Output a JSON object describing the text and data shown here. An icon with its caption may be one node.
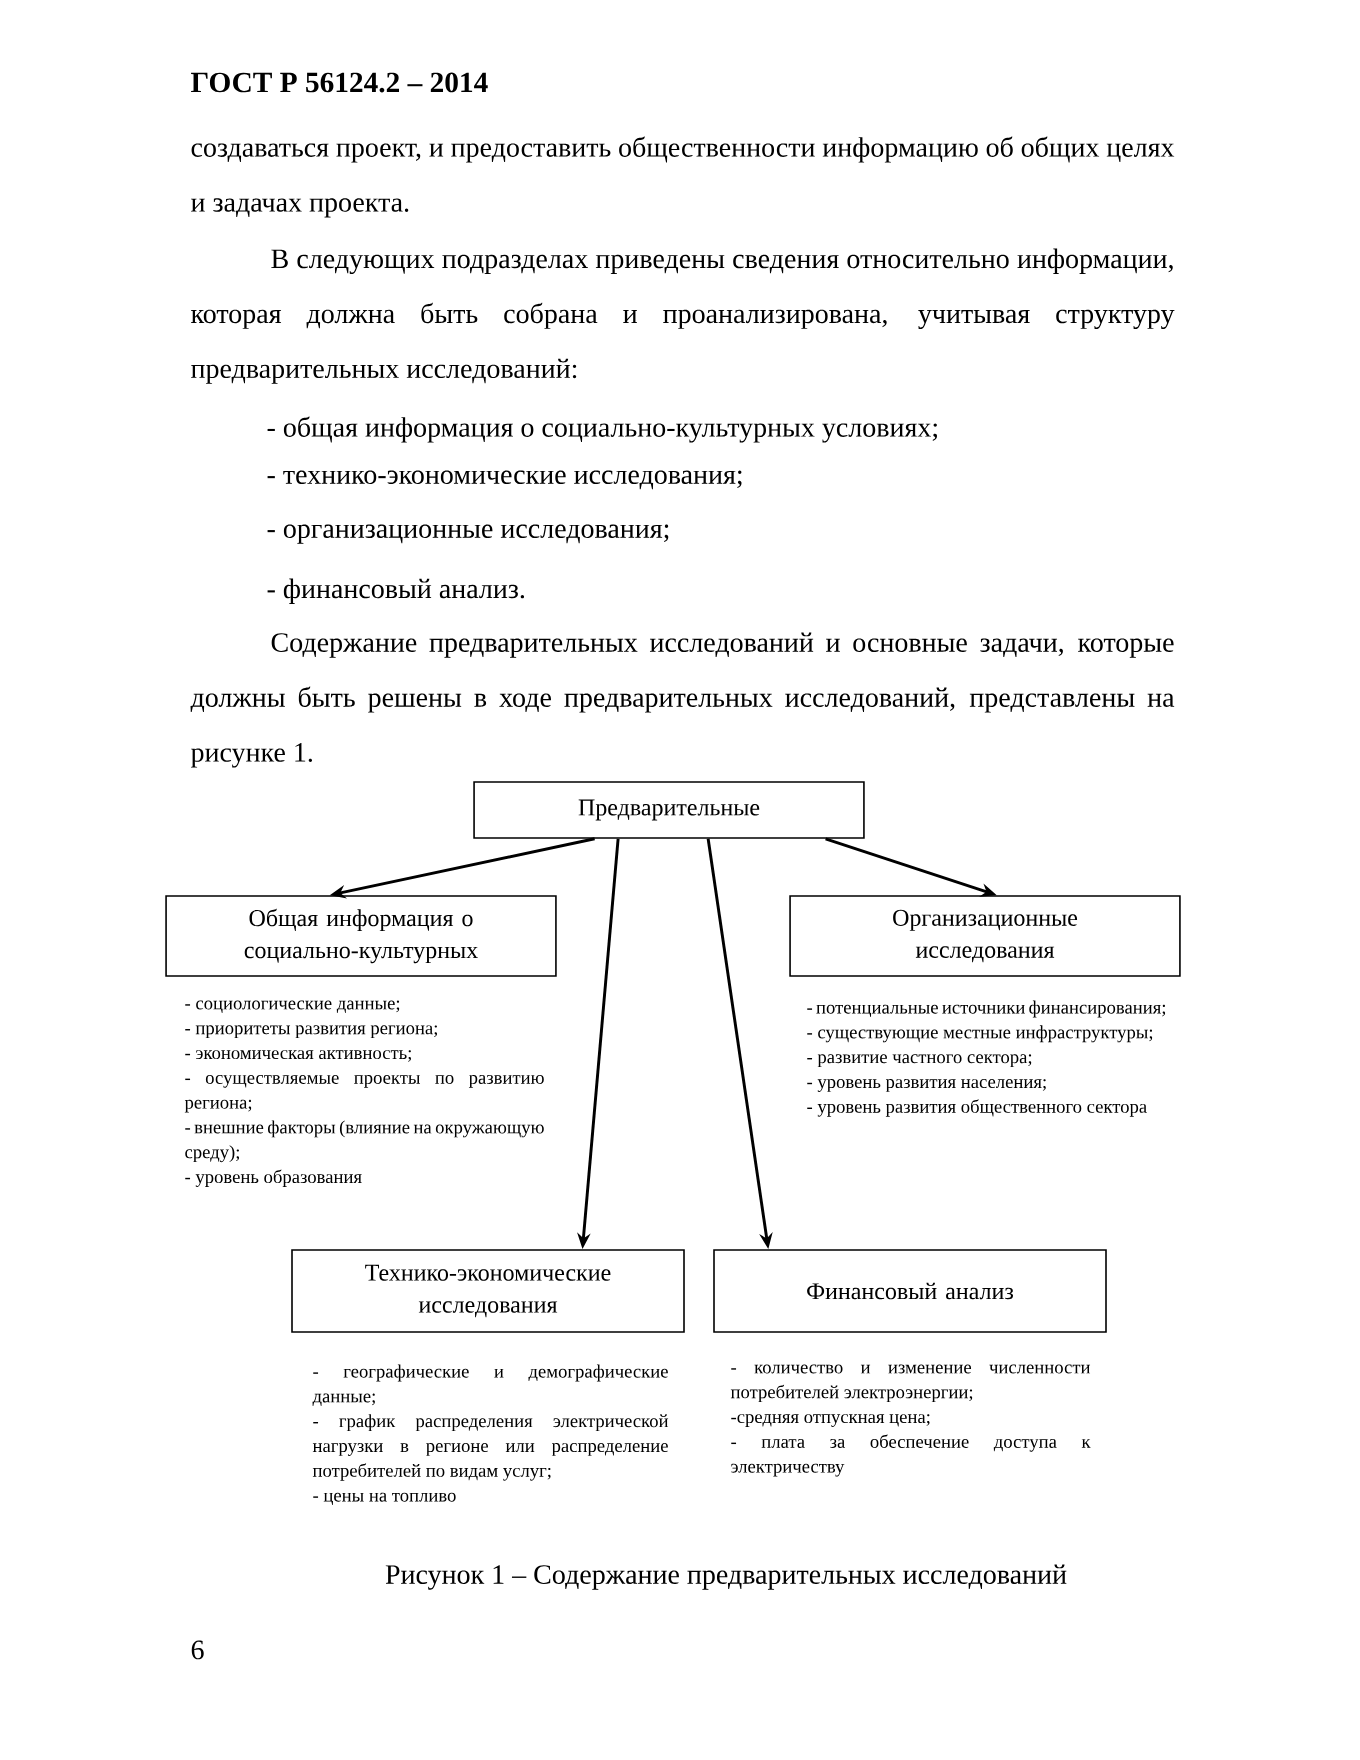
{
  "diagram": {
    "caption": "Рисунок 1 – Содержание предварительных исследований",
    "nodes": [
      {
        "text": [
          "Предварительные"
        ]
      },
      {
        "text": [
          "Общая информация о социально-культурных"
        ],
        "beside": [
          "- социологические данные;",
          "- приоритеты развития региона;",
          "- экономическая активность;",
          "- осуществляемые проекты по развитию региона;",
          "- внешние факторы (влияние на окружающую среду);",
          "- уровень образования"
        ]
      },
      {
        "text": [
          "Организационные исследования"
        ],
        "beside": [
          "- потенциальные источники финансирования;",
          "- существующие местные инфраструктуры;",
          "- развитие частного сектора;",
          "- уровень развития населения;",
          "- уровень развития общественного сектора"
        ]
      },
      {
        "text": [
          "Технико-экономические исследования"
        ],
        "beside": [
          "- географические и демографические данные;",
          "- график распределения электрической нагрузки в регионе или распределение потребителей по видам услуг;",
          "- цены на топливо"
        ]
      },
      {
        "text": [
          "Финансовый анализ"
        ],
        "beside": [
          "- количество и изменение численности потребителей электроэнергии;",
          "-средняя отпускная цена;",
          "- плата за обеспечение доступа к электричеству"
        ]
      }
    ],
    "edges": [
      {
        "from": 0,
        "to": 1,
        "arrow": "to"
      },
      {
        "from": 0,
        "to": 3,
        "arrow": "to"
      },
      {
        "from": 0,
        "to": 4,
        "arrow": "to"
      },
      {
        "from": 0,
        "to": 2,
        "arrow": "to"
      }
    ],
    "labels": [
      "ГОСТ Р 56124.2  – 2014",
      "создаваться проект, и предоставить общественности информацию об общих целях и задачах проекта.",
      "В следующих подразделах приведены сведения относительно информации, которая должна быть собрана и проанализирована, учитывая структуру предварительных исследований:",
      "- общая информация о социально-культурных условиях;",
      "- технико-экономические исследования;",
      "- организационные исследования;",
      "- финансовый анализ.",
      "Содержание предварительных исследований и основные задачи, которые должны быть решены в ходе предварительных исследований, представлены на рисунке 1.",
      "6"
    ]
  }
}
